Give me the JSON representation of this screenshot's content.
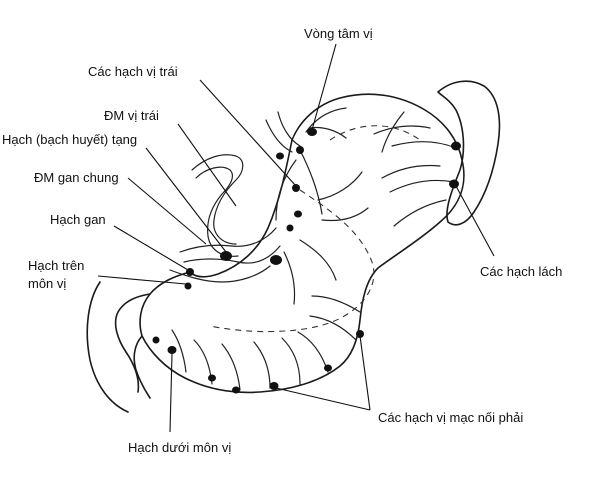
{
  "labels": {
    "cardia_ring": "Vòng tâm vị",
    "left_gastric_nodes": "Các hạch vị trái",
    "left_gastric_artery": "ĐM vị trái",
    "celiac_nodes": "Hạch (bạch huyết) tạng",
    "common_hepatic_artery": "ĐM gan chung",
    "hepatic_nodes": "Hạch gan",
    "suprapyloric_nodes_line1": "Hạch trên",
    "suprapyloric_nodes_line2": "môn vị",
    "splenic_nodes": "Các hạch lách",
    "right_gastroepiploic_nodes": "Các hạch vị mạc nối phải",
    "subpyloric_nodes": "Hạch dưới môn vị"
  }
}
